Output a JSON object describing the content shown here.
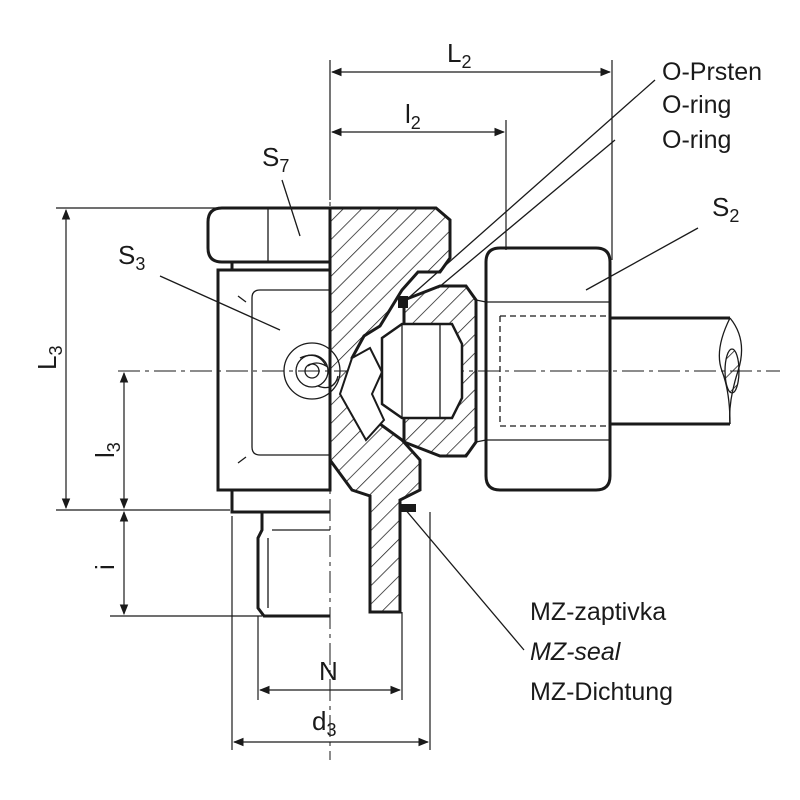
{
  "dimensions": {
    "L2": {
      "main": "L",
      "sub": "2"
    },
    "l2": {
      "main": "l",
      "sub": "2"
    },
    "L3": {
      "main": "L",
      "sub": "3"
    },
    "l3": {
      "main": "l",
      "sub": "3"
    },
    "i": {
      "main": "i"
    },
    "N": {
      "main": "N"
    },
    "d3": {
      "main": "d",
      "sub": "3"
    }
  },
  "wrench_sizes": {
    "S7": {
      "main": "S",
      "sub": "7"
    },
    "S3": {
      "main": "S",
      "sub": "3"
    },
    "S2": {
      "main": "S",
      "sub": "2"
    }
  },
  "callouts": {
    "oring_labels": [
      "O-Prsten",
      "O-ring",
      "O-ring"
    ],
    "seal_labels": [
      "MZ-zaptivka",
      "MZ-seal",
      "MZ-Dichtung"
    ]
  },
  "colors": {
    "line": "#1a1a1a",
    "background": "#ffffff"
  }
}
